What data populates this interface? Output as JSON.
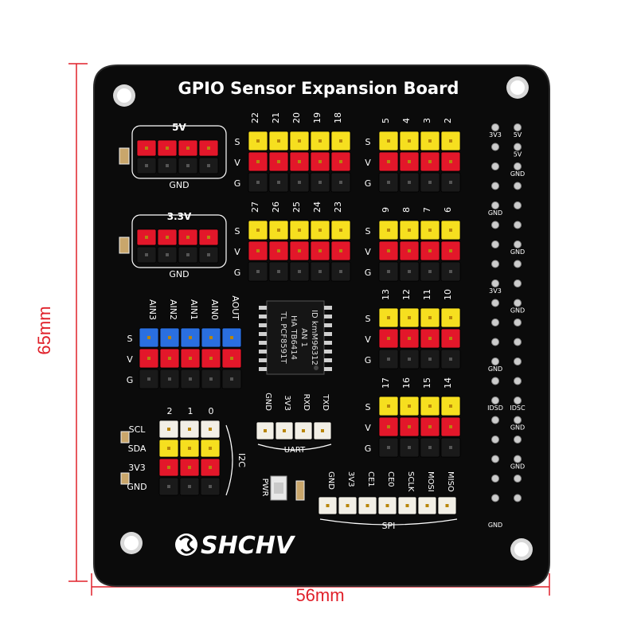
{
  "board": {
    "title": "GPIO Sensor Expansion Board",
    "brand": "SHCHV",
    "width_label": "56mm",
    "height_label": "65mm"
  },
  "colors": {
    "pcb": "#0b0b0b",
    "yellow": "#f6df1f",
    "red": "#e3172a",
    "blue": "#2a6fe0",
    "white": "#f2efe6",
    "black_header": "#1a1a1a",
    "dimension": "#e0202a",
    "silk": "#ffffff"
  },
  "power_blocks": [
    {
      "label": "5V",
      "ground": "GND"
    },
    {
      "label": "3.3V",
      "ground": "GND"
    }
  ],
  "digital_groups": [
    {
      "pins": [
        "22",
        "21",
        "20",
        "19",
        "18"
      ]
    },
    {
      "pins": [
        "5",
        "4",
        "3",
        "2"
      ]
    },
    {
      "pins": [
        "27",
        "26",
        "25",
        "24",
        "23"
      ]
    },
    {
      "pins": [
        "9",
        "8",
        "7",
        "6"
      ]
    },
    {
      "pins": [
        "13",
        "12",
        "11",
        "10"
      ]
    },
    {
      "pins": [
        "17",
        "16",
        "15",
        "14"
      ]
    }
  ],
  "row_letters": [
    "S",
    "V",
    "G"
  ],
  "analog": {
    "pins": [
      "AIN3",
      "AIN2",
      "AIN1",
      "AIN0",
      "AOUT"
    ]
  },
  "chip": {
    "lines": [
      "TL PCF8591T",
      "HA TB6414",
      "AN 1",
      "ID kmM96312"
    ]
  },
  "i2c": {
    "label": "I2C",
    "numbers": [
      "2",
      "1",
      "0"
    ],
    "rows": [
      "SCL",
      "SDA",
      "3V3",
      "GND"
    ]
  },
  "uart": {
    "label": "UART",
    "pins": [
      "GND",
      "3V3",
      "RXD",
      "TXD"
    ]
  },
  "spi": {
    "label": "SPI",
    "pins": [
      "GND",
      "3V3",
      "CE1",
      "CE0",
      "SCLK",
      "MOSI",
      "MISO"
    ]
  },
  "pwr_led": {
    "label": "PWR"
  },
  "gpio_header_labels": [
    "3V3",
    "5V",
    "5V",
    "GND",
    "GND",
    "GND",
    "3V3",
    "GND",
    "GND",
    "IDSD",
    "IDSC",
    "GND",
    "GND",
    "GND"
  ]
}
